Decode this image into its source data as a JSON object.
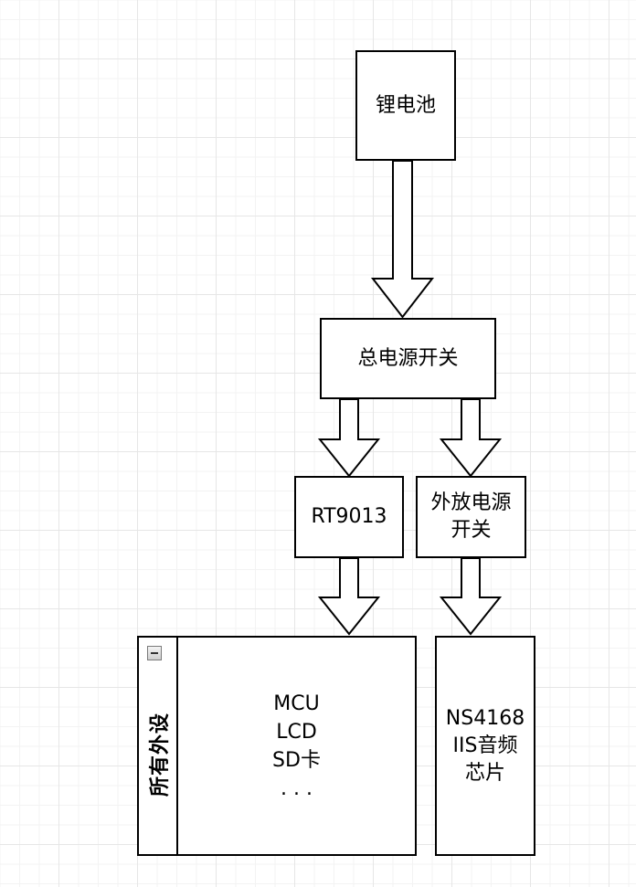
{
  "nodes": {
    "battery": "锂电池",
    "main_switch": "总电源开关",
    "rt9013": "RT9013",
    "amp_switch": "外放电源\n开关",
    "audio_chip": "NS4168\nIIS音频\n芯片"
  },
  "pool": {
    "title": "所有外设",
    "content": "MCU\nLCD\nSD卡\n.  .  ."
  },
  "edges": [
    {
      "from": "battery",
      "to": "main_switch"
    },
    {
      "from": "main_switch",
      "to": "rt9013"
    },
    {
      "from": "main_switch",
      "to": "amp_switch"
    },
    {
      "from": "rt9013",
      "to": "pool"
    },
    {
      "from": "amp_switch",
      "to": "audio_chip"
    }
  ],
  "colors": {
    "stroke": "#000000",
    "fill": "#ffffff",
    "grid": "#e6e6e6"
  },
  "icons": {
    "collapse": "minus-collapse-icon"
  }
}
